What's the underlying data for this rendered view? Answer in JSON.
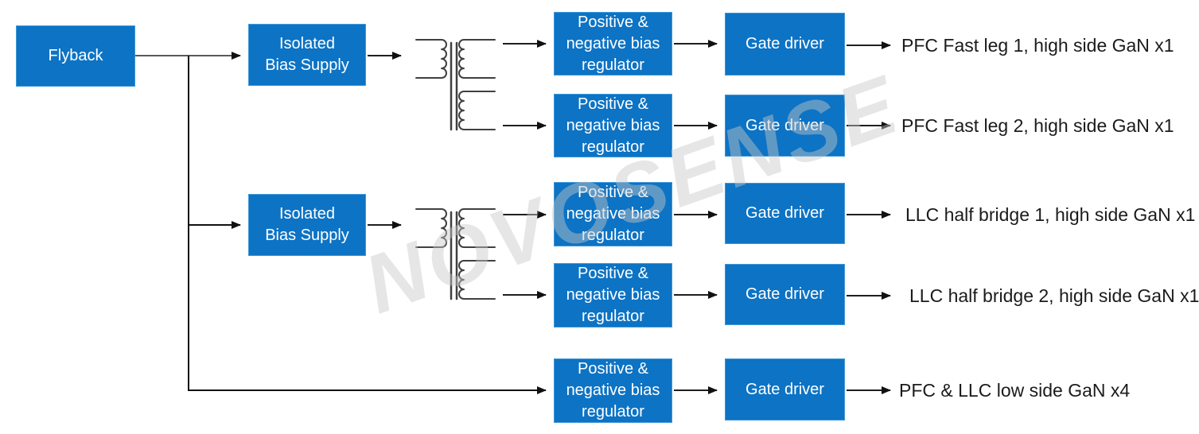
{
  "watermark": "NOVOSENSE",
  "colors": {
    "block_fill": "#0d73c4",
    "block_border": "#3f97d9",
    "block_text": "#ffffff",
    "connector": "#1f1f1f",
    "output_text": "#1b1b1b",
    "watermark_gray": "#e8e8e8"
  },
  "blocks": {
    "flyback": "Flyback",
    "isolated_bias_supply": {
      "line1": "Isolated",
      "line2": "Bias Supply"
    },
    "bias_regulator": {
      "line1": "Positive &",
      "line2": "negative bias",
      "line3": "regulator"
    },
    "gate_driver": "Gate driver"
  },
  "outputs": [
    "PFC Fast leg 1, high side GaN x1",
    "PFC Fast leg 2, high side GaN x1",
    "LLC half bridge 1, high side GaN x1",
    "LLC half bridge 2, high side GaN x1",
    "PFC & LLC low side GaN x4"
  ]
}
